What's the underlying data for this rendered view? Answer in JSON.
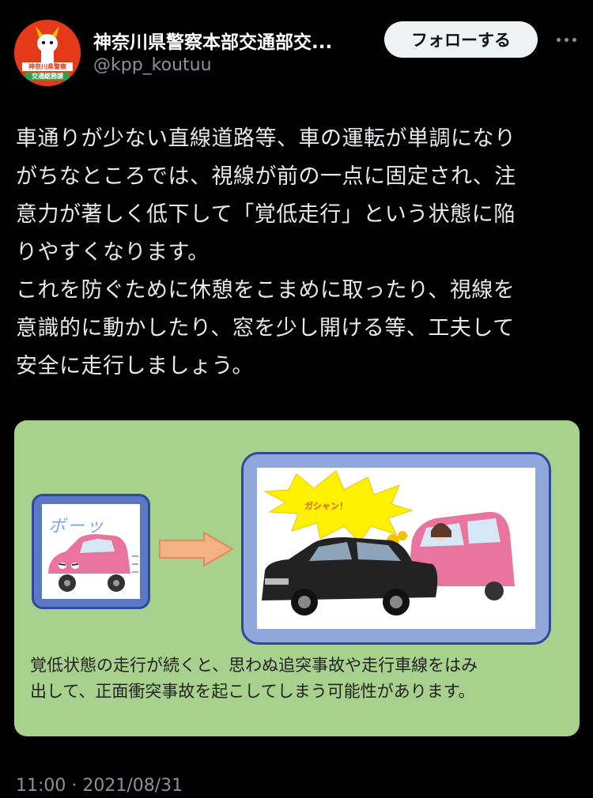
{
  "account": {
    "name": "神奈川県警察本部交通部交...",
    "handle": "@kpp_koutuu",
    "avatar_text_line1": "神奈川県警察",
    "avatar_text_line2": "交通総務課"
  },
  "follow_button_label": "フォローする",
  "tweet": {
    "text": "車通りが少ない直線道路等、車の運転が単調になり\nがちなところでは、視線が前の一点に固定され、注\n意力が著しく低下して「覚低走行」という状態に陥\nりやすくなります。\nこれを防ぐために休憩をこまめに取ったり、視線を\n意識的に動かしたり、窓を少し開ける等、工夫して\n安全に走行しましょう。"
  },
  "image_card": {
    "small_panel_text": "ボーッ",
    "crash_text": "ガシャン！",
    "caption": "覚低状態の走行が続くと、思わぬ追突事故や走行車線をはみ\n出して、正面衝突事故を起こしてしまう可能性があります。"
  },
  "timestamp": "11:00 · 2021/08/31",
  "colors": {
    "background": "#000000",
    "card_bg": "#a9d18e",
    "panel_border": "#2f4a9a",
    "follow_bg": "#eff3f4"
  }
}
